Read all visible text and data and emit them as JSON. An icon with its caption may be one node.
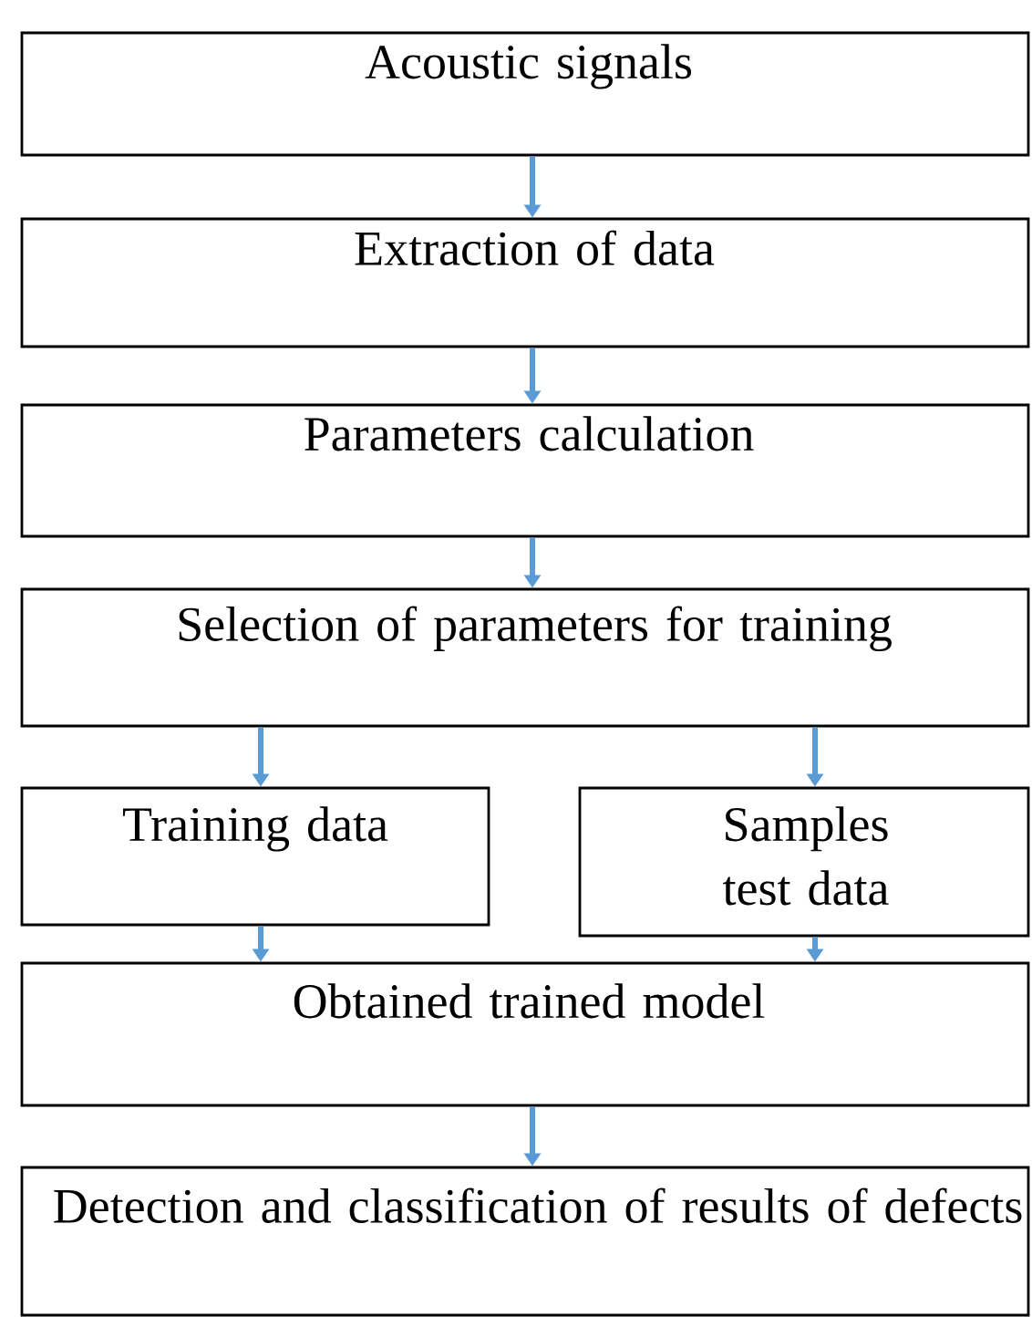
{
  "diagram": {
    "nodes": [
      {
        "text": [
          "Acoustic signals"
        ]
      },
      {
        "text": [
          "Extraction of data"
        ]
      },
      {
        "text": [
          "Parameters calculation"
        ]
      },
      {
        "text": [
          "Selection of parameters for training"
        ]
      },
      {
        "text": [
          "Training data"
        ]
      },
      {
        "text": [
          "Samples test data"
        ]
      },
      {
        "text": [
          "Obtained trained model"
        ]
      },
      {
        "text": [
          "Detection and classification of results of defects"
        ]
      }
    ],
    "edges": [
      {
        "from": 0,
        "to": 1,
        "arrow": "to"
      },
      {
        "from": 1,
        "to": 2,
        "arrow": "to"
      },
      {
        "from": 2,
        "to": 3,
        "arrow": "to"
      },
      {
        "from": 3,
        "to": 4,
        "arrow": "to"
      },
      {
        "from": 3,
        "to": 5,
        "arrow": "to"
      },
      {
        "from": 4,
        "to": 6,
        "arrow": "to"
      },
      {
        "from": 5,
        "to": 6,
        "arrow": "to"
      },
      {
        "from": 6,
        "to": 7,
        "arrow": "to"
      }
    ]
  }
}
